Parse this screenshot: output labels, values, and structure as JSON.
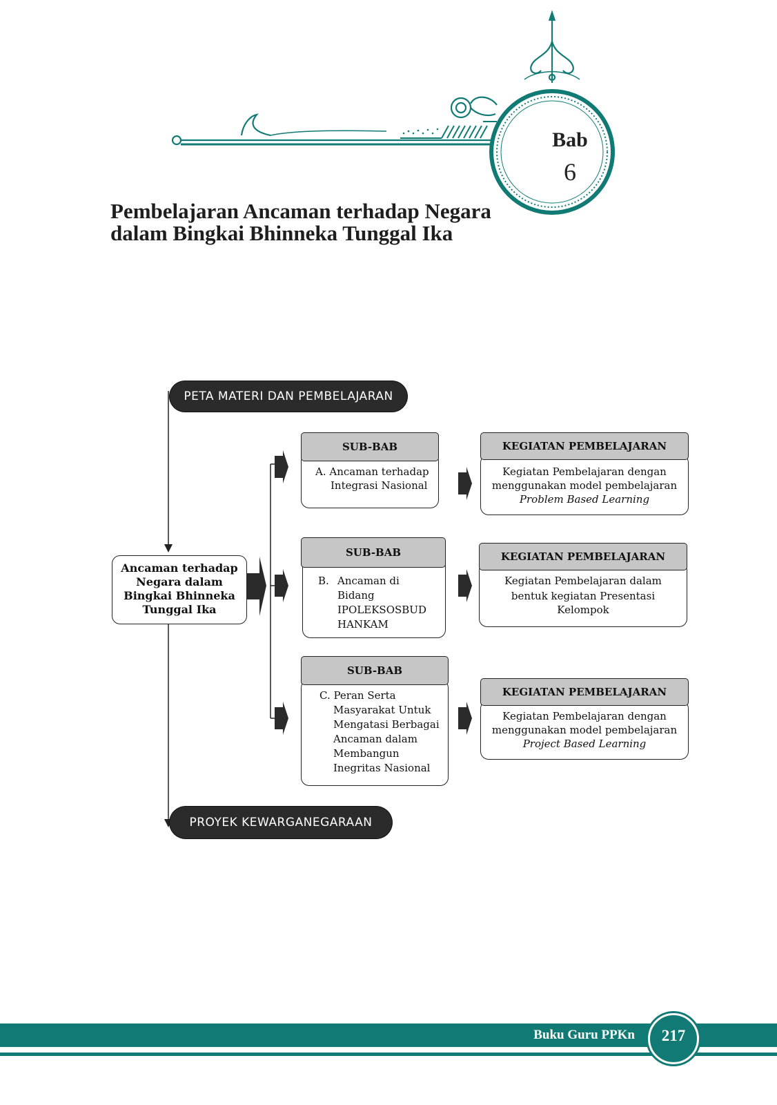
{
  "chapter": {
    "label": "Bab",
    "number": "6",
    "title_lines": [
      "Pembelajaran Ancaman terhadap Negara",
      "dalam Bingkai Bhinneka Tunggal Ika"
    ]
  },
  "map": {
    "heading": "PETA MATERI DAN PEMBELAJARAN",
    "root_lines": [
      "Ancaman terhadap",
      "Negara dalam",
      "Bingkai Bhinneka",
      "Tunggal Ika"
    ],
    "sub_header": "SUB-BAB",
    "activity_header": "KEGIATAN PEMBELAJARAN",
    "rows": [
      {
        "sub_lines": [
          "A. Ancaman terhadap",
          "Integrasi Nasional"
        ],
        "activity_lines": [
          "Kegiatan Pembelajaran dengan",
          "menggunakan model pembelajaran",
          "Problem Based Learning"
        ]
      },
      {
        "sub_marker": "B.",
        "sub_lines": [
          "Ancaman di",
          "Bidang",
          "IPOLEKSOSBUD",
          "HANKAM"
        ],
        "activity_lines": [
          "Kegiatan Pembelajaran dalam",
          "bentuk kegiatan Presentasi",
          "Kelompok"
        ]
      },
      {
        "sub_lines": [
          "C. Peran Serta",
          "Masyarakat  Untuk",
          "Mengatasi Berbagai",
          "Ancaman dalam",
          "Membangun",
          "Inegritas Nasional"
        ],
        "activity_lines": [
          "Kegiatan Pembelajaran dengan",
          "menggunakan model pembelajaran",
          "Project  Based Learning"
        ]
      }
    ],
    "project": "PROYEK KEWARGANEGARAAN"
  },
  "footer": {
    "book": "Buku Guru PPKn",
    "page": "217"
  },
  "colors": {
    "teal": "#117a74",
    "dark": "#2b2b2b",
    "header_gray": "#c6c6c6"
  }
}
